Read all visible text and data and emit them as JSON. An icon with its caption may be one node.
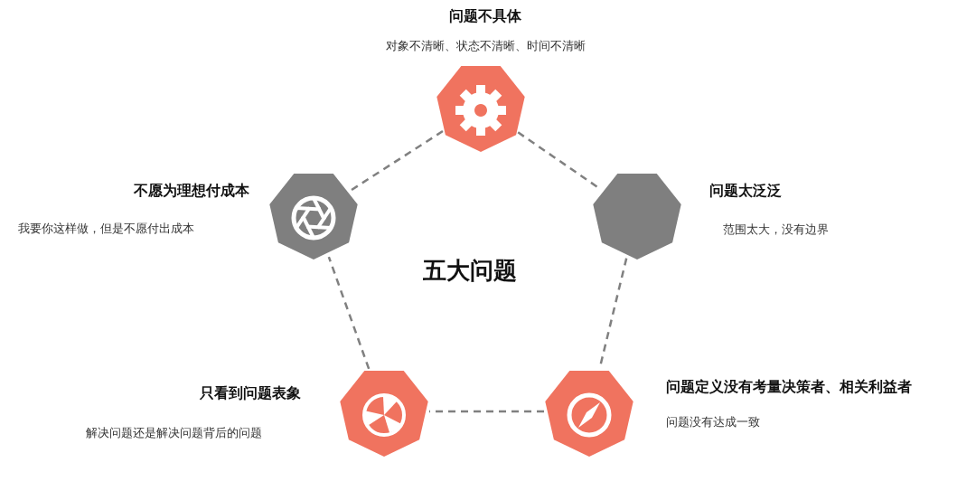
{
  "diagram": {
    "nodes": [
      {
        "text": [],
        "shape": "heptagon",
        "beside": [
          "问题不具体",
          "对象不清晰、状态不清晰、时间不清晰"
        ]
      },
      {
        "text": [],
        "shape": "heptagon",
        "beside": [
          "不愿为理想付成本",
          "我要你这样做，但是不愿付出成本"
        ]
      },
      {
        "text": [],
        "shape": "heptagon",
        "beside": [
          "问题太泛泛",
          "范围太大，没有边界"
        ]
      },
      {
        "text": [],
        "shape": "heptagon",
        "beside": [
          "只看到问题表象",
          "解决问题还是解决问题背后的问题"
        ]
      },
      {
        "text": [],
        "shape": "heptagon",
        "beside": [
          "问题定义没有考量决策者、相关利益者",
          "问题没有达成一致"
        ]
      }
    ],
    "edges": [
      {
        "from": 0,
        "to": 2,
        "arrow": "none",
        "style": "dashed"
      },
      {
        "from": 2,
        "to": 4,
        "arrow": "none",
        "style": "dashed"
      },
      {
        "from": 4,
        "to": 3,
        "arrow": "none",
        "style": "dashed"
      },
      {
        "from": 3,
        "to": 1,
        "arrow": "none",
        "style": "dashed"
      },
      {
        "from": 1,
        "to": 0,
        "arrow": "none",
        "style": "dashed"
      }
    ],
    "labels": [
      "五大问题"
    ]
  }
}
